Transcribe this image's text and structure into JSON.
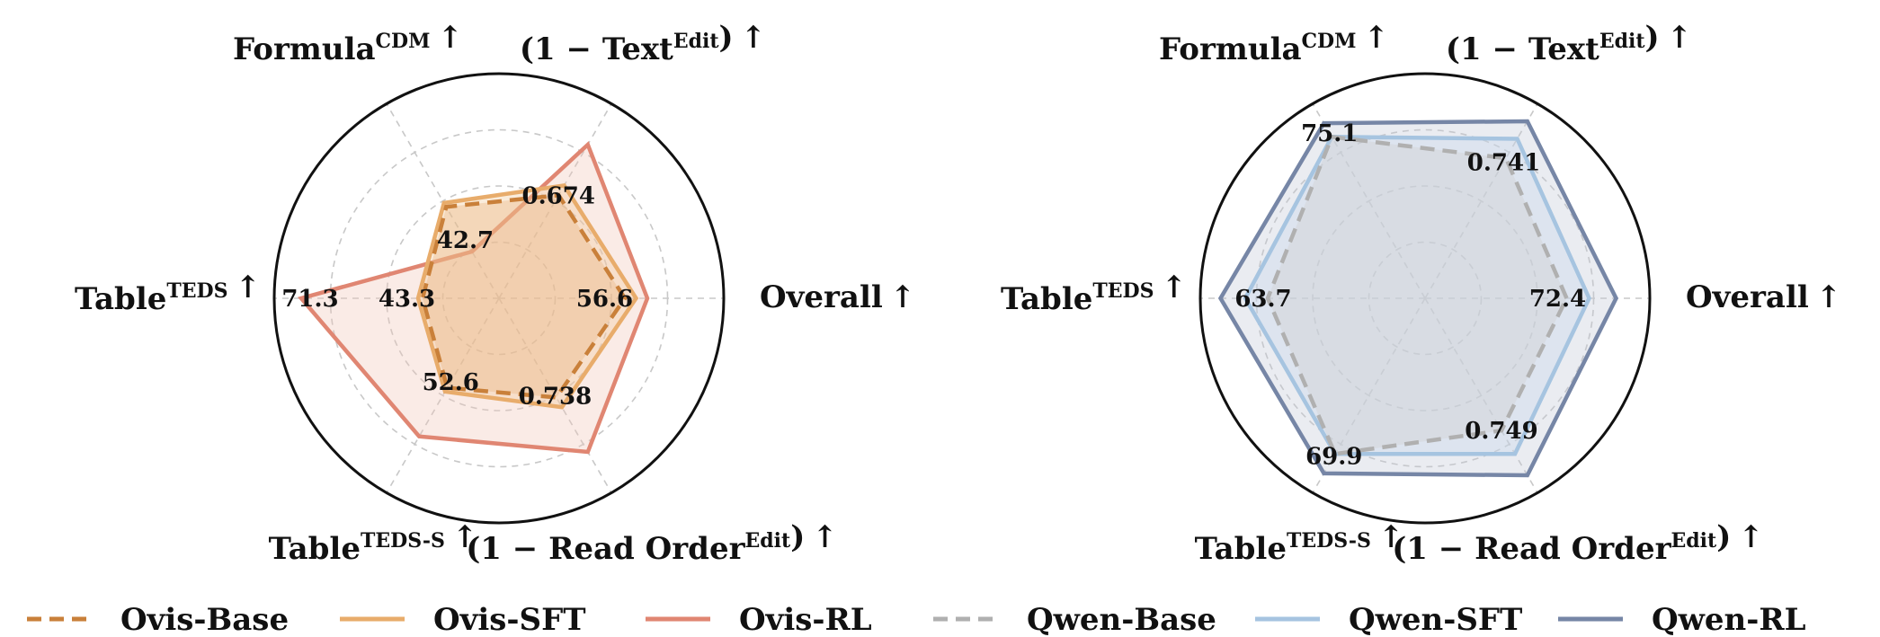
{
  "chart_data": [
    {
      "type": "radar",
      "axes": [
        {
          "main": "Overall",
          "sup": "",
          "prefix": "",
          "suffix": "",
          "arrow": "↑"
        },
        {
          "main": "Text",
          "sup": "Edit",
          "prefix": "(1 − ",
          "suffix": ")",
          "arrow": "↑"
        },
        {
          "main": "Formula",
          "sup": "CDM",
          "prefix": "",
          "suffix": "",
          "arrow": "↑"
        },
        {
          "main": "Table",
          "sup": "TEDS",
          "prefix": "",
          "suffix": "",
          "arrow": "↑"
        },
        {
          "main": "Table",
          "sup": "TEDS-S",
          "prefix": "",
          "suffix": "",
          "arrow": "↑"
        },
        {
          "main": "Read Order",
          "sup": "Edit",
          "prefix": "(1 − ",
          "suffix": ")",
          "arrow": "↑"
        }
      ],
      "rlim": [
        0,
        1
      ],
      "grid": true,
      "series": [
        {
          "name": "Ovis-Base",
          "color": "#c9803a",
          "style": "dashed",
          "fill": "#e8b37c",
          "values": [
            0.56,
            0.53,
            0.47,
            0.34,
            0.46,
            0.51
          ]
        },
        {
          "name": "Ovis-SFT",
          "color": "#e8ac6b",
          "style": "solid",
          "fill": "#f0c898",
          "values": [
            0.61,
            0.58,
            0.49,
            0.36,
            0.48,
            0.56
          ]
        },
        {
          "name": "Ovis-RL",
          "color": "#e08672",
          "style": "solid",
          "fill": "#f2c6b8",
          "values": [
            0.66,
            0.79,
            0.24,
            0.88,
            0.71,
            0.79
          ]
        }
      ],
      "value_labels": [
        {
          "text": "56.6",
          "axis": 0,
          "r": 0.47
        },
        {
          "text": "0.674",
          "axis": 1,
          "r": 0.53
        },
        {
          "text": "42.7",
          "axis": 2,
          "r": 0.3
        },
        {
          "text": "43.3",
          "axis": 3,
          "r": 0.41
        },
        {
          "text": "71.3",
          "axis": 3,
          "r": 0.84
        },
        {
          "text": "52.6",
          "axis": 4,
          "r": 0.43
        },
        {
          "text": "0.738",
          "axis": 5,
          "r": 0.5
        }
      ]
    },
    {
      "type": "radar",
      "axes": [
        {
          "main": "Overall",
          "sup": "",
          "prefix": "",
          "suffix": "",
          "arrow": "↑"
        },
        {
          "main": "Text",
          "sup": "Edit",
          "prefix": "(1 − ",
          "suffix": ")",
          "arrow": "↑"
        },
        {
          "main": "Formula",
          "sup": "CDM",
          "prefix": "",
          "suffix": "",
          "arrow": "↑"
        },
        {
          "main": "Table",
          "sup": "TEDS",
          "prefix": "",
          "suffix": "",
          "arrow": "↑"
        },
        {
          "main": "Table",
          "sup": "TEDS-S",
          "prefix": "",
          "suffix": "",
          "arrow": "↑"
        },
        {
          "main": "Read Order",
          "sup": "Edit",
          "prefix": "(1 − ",
          "suffix": ")",
          "arrow": "↑"
        }
      ],
      "rlim": [
        0,
        1
      ],
      "grid": true,
      "series": [
        {
          "name": "Qwen-Base",
          "color": "#b0b0b0",
          "style": "dashed",
          "fill": "#cfcfcf",
          "values": [
            0.63,
            0.72,
            0.83,
            0.7,
            0.8,
            0.68
          ]
        },
        {
          "name": "Qwen-SFT",
          "color": "#a6c4e0",
          "style": "solid",
          "fill": "#c6d8ea",
          "values": [
            0.73,
            0.82,
            0.83,
            0.8,
            0.8,
            0.8
          ]
        },
        {
          "name": "Qwen-RL",
          "color": "#7686a6",
          "style": "solid",
          "fill": "#c2c8d8",
          "values": [
            0.85,
            0.91,
            0.9,
            0.91,
            0.9,
            0.91
          ]
        }
      ],
      "value_labels": [
        {
          "text": "72.4",
          "axis": 0,
          "r": 0.59
        },
        {
          "text": "0.741",
          "axis": 1,
          "r": 0.7
        },
        {
          "text": "75.1",
          "axis": 2,
          "r": 0.85
        },
        {
          "text": "63.7",
          "axis": 3,
          "r": 0.72
        },
        {
          "text": "69.9",
          "axis": 4,
          "r": 0.81
        },
        {
          "text": "0.749",
          "axis": 5,
          "r": 0.68
        }
      ]
    }
  ],
  "legend": [
    {
      "name": "Ovis-Base",
      "color": "#c9803a",
      "style": "dashed"
    },
    {
      "name": "Ovis-SFT",
      "color": "#e8ac6b",
      "style": "solid"
    },
    {
      "name": "Ovis-RL",
      "color": "#e08672",
      "style": "solid"
    },
    {
      "name": "Qwen-Base",
      "color": "#b0b0b0",
      "style": "dashed"
    },
    {
      "name": "Qwen-SFT",
      "color": "#a6c4e0",
      "style": "solid"
    },
    {
      "name": "Qwen-RL",
      "color": "#7686a6",
      "style": "solid"
    }
  ]
}
